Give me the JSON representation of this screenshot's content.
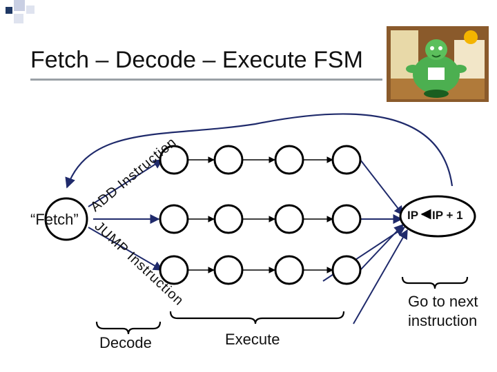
{
  "slide": {
    "title": "Fetch – Decode – Execute FSM"
  },
  "diagram": {
    "fetch_label": "“Fetch”",
    "add_path_label": "ADD Instruction",
    "jump_path_label": "JUMP Instruction",
    "ip_node_label": "IP",
    "ip_node_expr": "IP + 1",
    "decode_label": "Decode",
    "execute_label": "Execute",
    "goto_label_line1": "Go to next",
    "goto_label_line2": "instruction"
  },
  "colors": {
    "accent_square": "#1f3864",
    "light_square": "#c9cfe3",
    "arrow_navy": "#1f2a6b",
    "node_stroke": "#000000"
  }
}
